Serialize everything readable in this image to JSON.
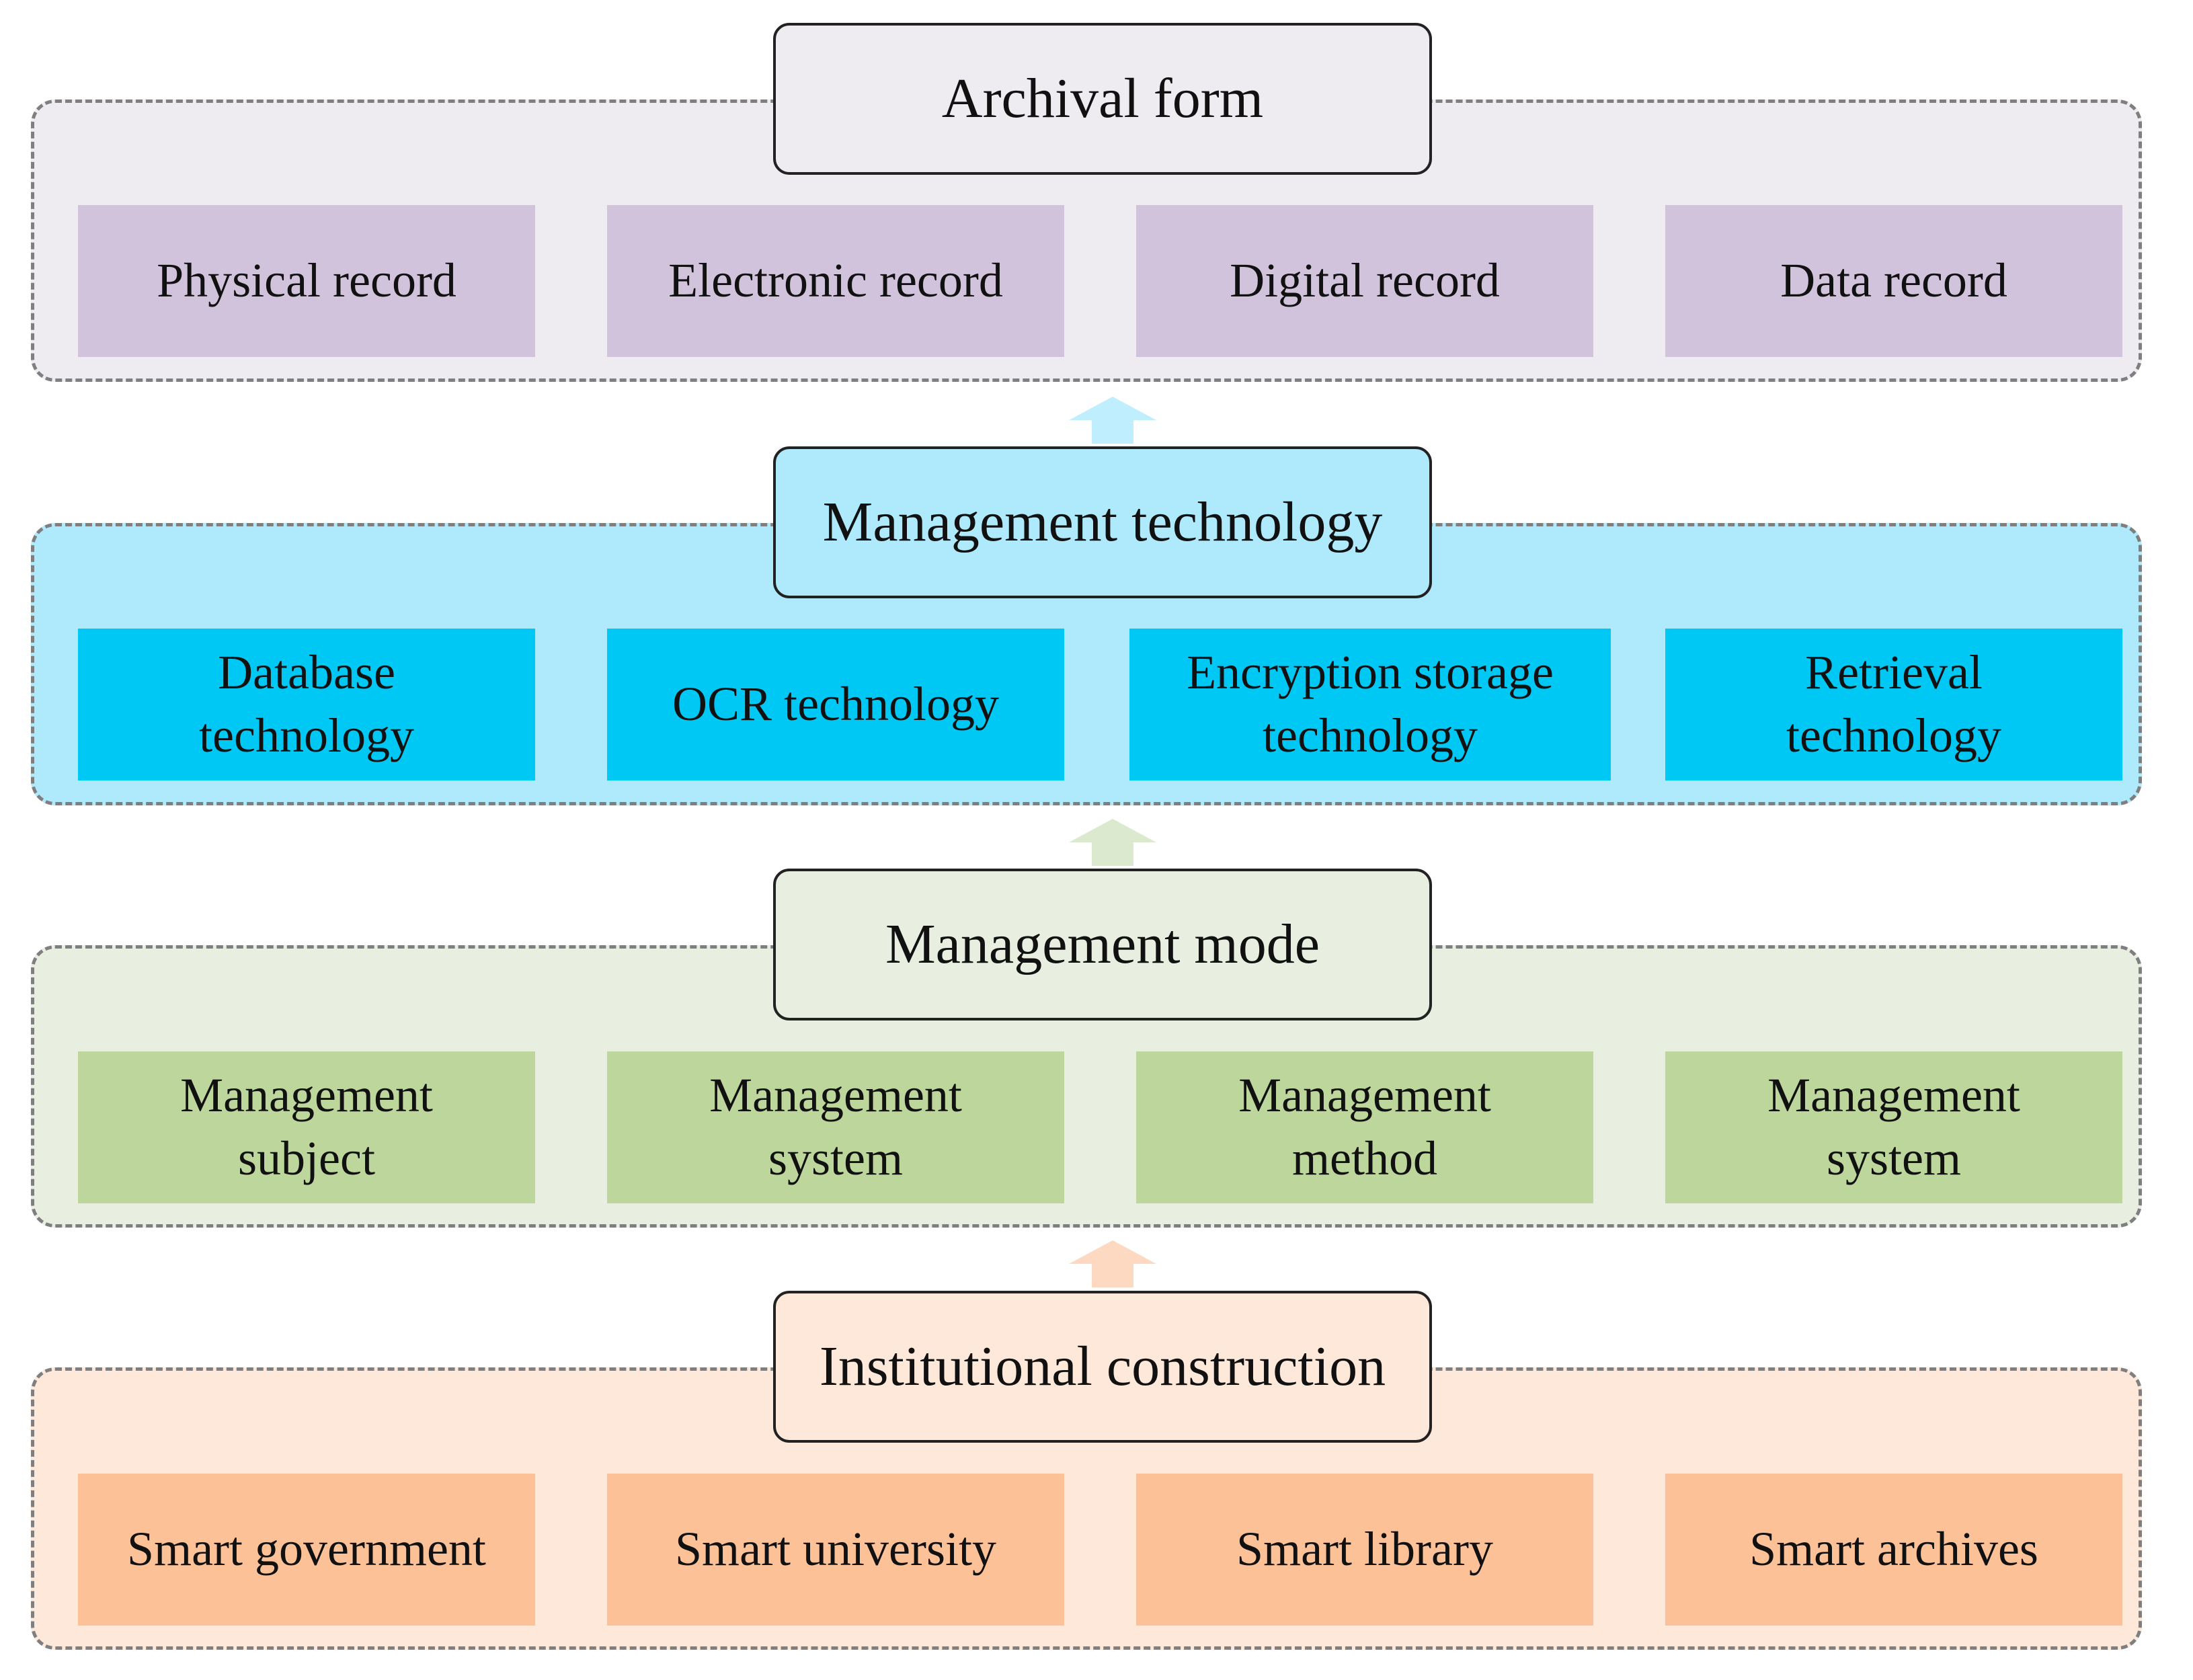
{
  "layers": [
    {
      "title": "Archival form",
      "colors": {
        "layer_bg": "#eeebf1",
        "title_bg": "#eeebf1",
        "item_bg": "#d2c3dc"
      },
      "items": [
        "Physical record",
        "Electronic record",
        "Digital record",
        "Data record"
      ]
    },
    {
      "title": "Management technology",
      "colors": {
        "layer_bg": "#aeeafc",
        "title_bg": "#aeeafc",
        "item_bg": "#00c8f5"
      },
      "items": [
        "Database\ntechnology",
        "OCR technology",
        "Encryption storage\ntechnology",
        "Retrieval\ntechnology"
      ]
    },
    {
      "title": "Management mode",
      "colors": {
        "layer_bg": "#e8efe0",
        "title_bg": "#e8efe0",
        "item_bg": "#bdd69b"
      },
      "items": [
        "Management\nsubject",
        "Management\nsystem",
        "Management\nmethod",
        "Management\nsystem"
      ]
    },
    {
      "title": "Institutional construction",
      "colors": {
        "layer_bg": "#fde8d9",
        "title_bg": "#fde8d9",
        "item_bg": "#fcc197"
      },
      "items": [
        "Smart government",
        "Smart university",
        "Smart library",
        "Smart archives"
      ]
    }
  ],
  "arrows": [
    {
      "color": "#bfeefe"
    },
    {
      "color": "#dbe9cf"
    },
    {
      "color": "#fcd9c0"
    }
  ]
}
